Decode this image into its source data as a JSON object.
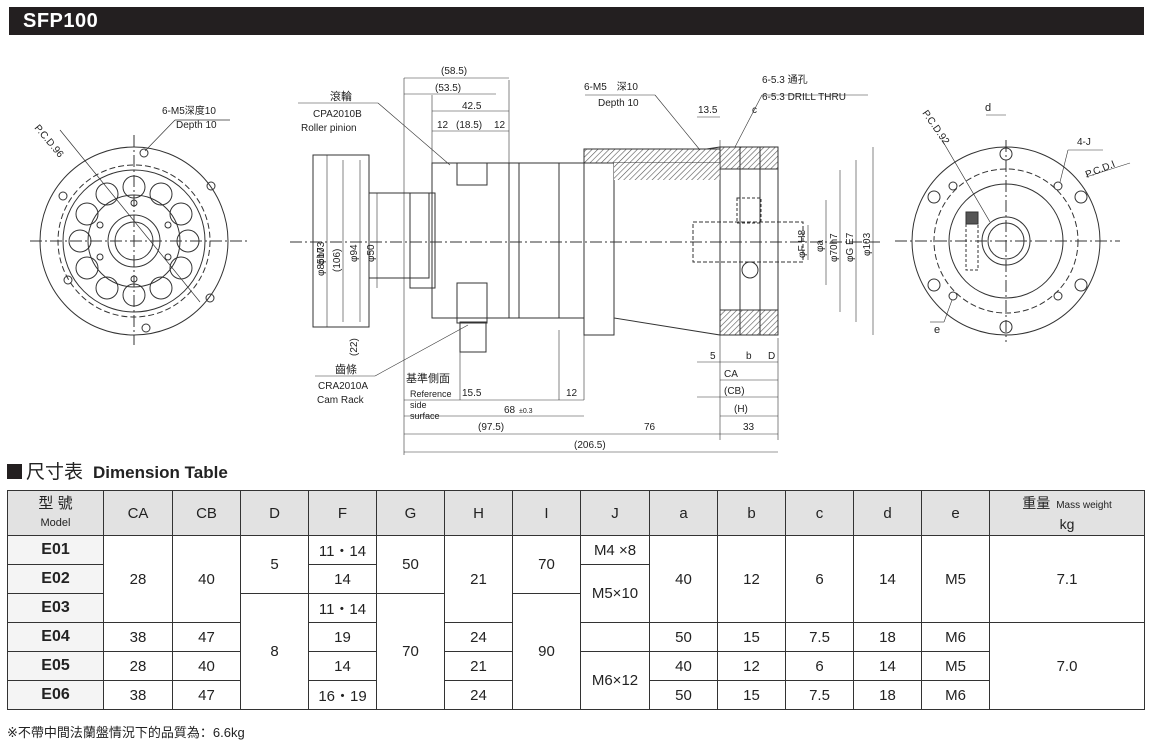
{
  "header": {
    "title": "SFP100"
  },
  "drawing": {
    "left_view": {
      "pcd": "P.C.D.96",
      "tap_cn": "6-M5深度10",
      "tap_en": "Depth 10"
    },
    "side_view": {
      "roller_cn": "滾輪",
      "roller_code": "CPA2010B",
      "roller_en": "Roller pinion",
      "rack_cn": "齒條",
      "rack_code": "CRA2010A",
      "rack_en": "Cam Rack",
      "ref_cn": "基準側面",
      "ref_en1": "Reference",
      "ref_en2": "side",
      "ref_en3": "surface",
      "tap_cn": "6-M5　深10",
      "tap_en": "Depth 10",
      "drill_cn": "6-5.3 通孔",
      "drill_en": "6-5.3 DRILL THRU",
      "dims": {
        "d58_5": "(58.5)",
        "d53_5": "(53.5)",
        "d42_5": "42.5",
        "d12a": "12",
        "d18_5": "(18.5)",
        "d12b": "12",
        "d13_5": "13.5",
        "c": "c",
        "phi103L": "φ103",
        "phi85": "φ85h7",
        "d106": "(106)",
        "phi94": "φ94",
        "phi50": "φ50",
        "d22": "(22)",
        "d15_5": "15.5",
        "d12c": "12",
        "d68": "68",
        "tol": "±0.3",
        "d97_5": "(97.5)",
        "d76": "76",
        "d33": "33",
        "d206_5": "(206.5)",
        "phiF": "φF H8",
        "phia": "φa",
        "phi70": "φ70h7",
        "phiG": "φG E7",
        "phi103R": "φ103",
        "d5": "5",
        "b": "b",
        "D": "D",
        "CA": "CA",
        "CB": "(CB)",
        "H": "(H)"
      }
    },
    "right_view": {
      "pcd92": "P.C.D.92",
      "d": "d",
      "four_j": "4-J",
      "pcdI": "P.C.D.I",
      "e": "e"
    }
  },
  "section": {
    "title_cn": "尺寸表",
    "title_en": "Dimension Table"
  },
  "table": {
    "headers": {
      "model_cn": "型  號",
      "model_en": "Model",
      "CA": "CA",
      "CB": "CB",
      "D": "D",
      "F": "F",
      "G": "G",
      "H": "H",
      "I": "I",
      "J": "J",
      "a": "a",
      "b": "b",
      "c": "c",
      "d": "d",
      "e": "e",
      "weight_cn": "重量",
      "weight_en": "Mass weight",
      "weight_unit": "kg"
    },
    "models": [
      "E01",
      "E02",
      "E03",
      "E04",
      "E05",
      "E06"
    ],
    "cells": {
      "ca_1": "28",
      "ca_4": "38",
      "ca_5": "28",
      "ca_6": "38",
      "cb_1": "40",
      "cb_4": "47",
      "cb_5": "40",
      "cb_6": "47",
      "d_1": "5",
      "d_2": "8",
      "f_1": "11・14",
      "f_2": "14",
      "f_3": "11・14",
      "f_4": "19",
      "f_5": "14",
      "f_6": "16・19",
      "g_1": "50",
      "g_2": "70",
      "h_1": "21",
      "h_4": "24",
      "h_5": "21",
      "h_6": "24",
      "i_1": "70",
      "i_2": "90",
      "j_1": "M4 ×8",
      "j_2": "M5×10",
      "j_3": "M6×12",
      "a_1": "40",
      "a_4": "50",
      "a_5": "40",
      "a_6": "50",
      "b_1": "12",
      "b_4": "15",
      "b_5": "12",
      "b_6": "15",
      "c_1": "6",
      "c_4": "7.5",
      "c_5": "6",
      "c_6": "7.5",
      "dd_1": "14",
      "dd_4": "18",
      "dd_5": "14",
      "dd_6": "18",
      "e_1": "M5",
      "e_4": "M6",
      "e_5": "M5",
      "e_6": "M6",
      "w_1": "7.1",
      "w_2": "7.0"
    }
  },
  "footnote": "※不帶中間法蘭盤情況下的品質為：6.6kg"
}
